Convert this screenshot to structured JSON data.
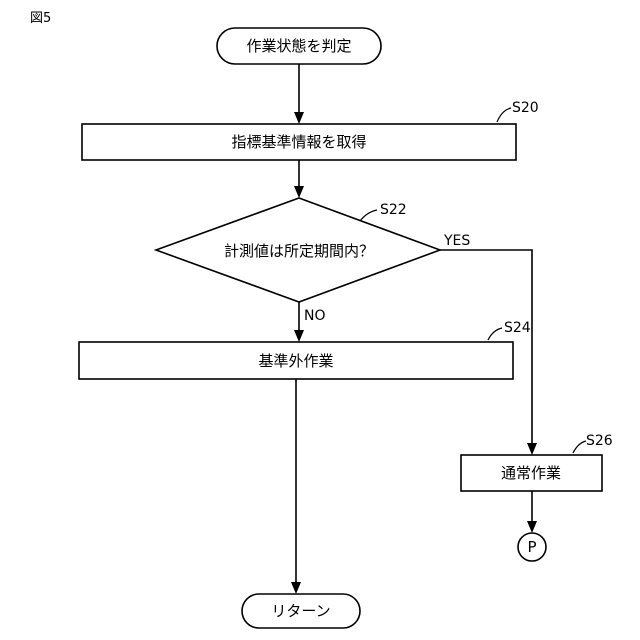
{
  "figure_label": "図5",
  "nodes": {
    "start": {
      "text": "作業状態を判定"
    },
    "s20": {
      "step": "S20",
      "text": "指標基準情報を取得"
    },
    "s22": {
      "step": "S22",
      "text": "計測値は所定期間内？"
    },
    "s24": {
      "step": "S24",
      "text": "基準外作業"
    },
    "s26": {
      "step": "S26",
      "text": "通常作業"
    },
    "connector": {
      "text": "P"
    },
    "end": {
      "text": "リターン"
    }
  },
  "branches": {
    "yes": "YES",
    "no": "NO"
  },
  "colors": {
    "stroke": "#000000",
    "fill": "#ffffff"
  }
}
